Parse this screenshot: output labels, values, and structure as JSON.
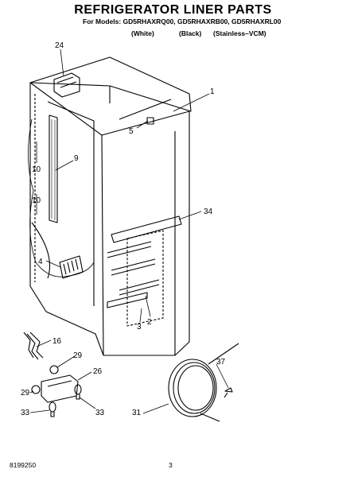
{
  "header": {
    "title": "REFRIGERATOR LINER PARTS",
    "models_line": "For Models: GD5RHAXRQ00, GD5RHAXRB00, GD5RHAXRL00",
    "colors": [
      "(White)",
      "(Black)",
      "(Stainless–VCM)"
    ]
  },
  "callouts": {
    "c24": "24",
    "c1": "1",
    "c5": "5",
    "c9": "9",
    "c10a": "10",
    "c10b": "10",
    "c34": "34",
    "c4": "4",
    "c2": "2",
    "c3": "3",
    "c16": "16",
    "c29a": "29",
    "c26": "26",
    "c29b": "29",
    "c33a": "33",
    "c33b": "33",
    "c37": "37",
    "c31": "31"
  },
  "footer": {
    "part_number": "8199250",
    "page_number": "3"
  }
}
